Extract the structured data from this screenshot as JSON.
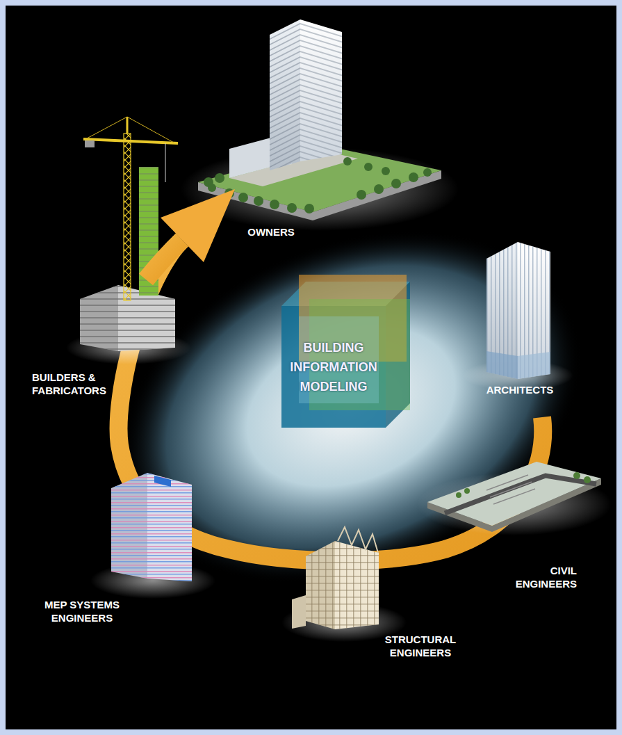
{
  "diagram": {
    "nodes": [
      {
        "text": [
          "BUILDING INFORMATION MODELING"
        ]
      }
    ],
    "labels": [
      "OWNERS",
      "ARCHITECTS",
      "BUILDERS & FABRICATORS",
      "CIVIL ENGINEERS",
      "MEP SYSTEMS ENGINEERS",
      "STRUCTURAL ENGINEERS"
    ]
  }
}
